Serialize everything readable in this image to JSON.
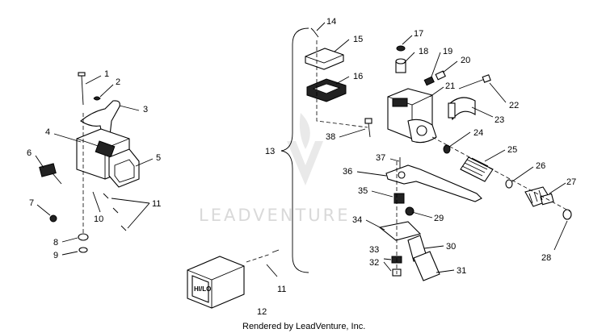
{
  "watermark": "LEADVENTURE",
  "footer": "Rendered by LeadVenture, Inc.",
  "switch_label": "HI/LO",
  "callouts": [
    {
      "id": "1",
      "text": "1"
    },
    {
      "id": "2",
      "text": "2"
    },
    {
      "id": "3",
      "text": "3"
    },
    {
      "id": "4",
      "text": "4"
    },
    {
      "id": "5",
      "text": "5"
    },
    {
      "id": "6",
      "text": "6"
    },
    {
      "id": "7",
      "text": "7"
    },
    {
      "id": "8",
      "text": "8"
    },
    {
      "id": "9",
      "text": "9"
    },
    {
      "id": "10",
      "text": "10"
    },
    {
      "id": "11a",
      "text": "11"
    },
    {
      "id": "11b",
      "text": "11"
    },
    {
      "id": "12",
      "text": "12"
    },
    {
      "id": "13",
      "text": "13"
    },
    {
      "id": "14",
      "text": "14"
    },
    {
      "id": "15",
      "text": "15"
    },
    {
      "id": "16",
      "text": "16"
    },
    {
      "id": "17",
      "text": "17"
    },
    {
      "id": "18",
      "text": "18"
    },
    {
      "id": "19",
      "text": "19"
    },
    {
      "id": "20",
      "text": "20"
    },
    {
      "id": "21",
      "text": "21"
    },
    {
      "id": "22",
      "text": "22"
    },
    {
      "id": "23",
      "text": "23"
    },
    {
      "id": "24",
      "text": "24"
    },
    {
      "id": "25",
      "text": "25"
    },
    {
      "id": "26",
      "text": "26"
    },
    {
      "id": "27",
      "text": "27"
    },
    {
      "id": "28",
      "text": "28"
    },
    {
      "id": "29",
      "text": "29"
    },
    {
      "id": "30",
      "text": "30"
    },
    {
      "id": "31",
      "text": "31"
    },
    {
      "id": "32",
      "text": "32"
    },
    {
      "id": "33",
      "text": "33"
    },
    {
      "id": "34",
      "text": "34"
    },
    {
      "id": "35",
      "text": "35"
    },
    {
      "id": "36",
      "text": "36"
    },
    {
      "id": "37",
      "text": "37"
    },
    {
      "id": "38",
      "text": "38"
    }
  ]
}
